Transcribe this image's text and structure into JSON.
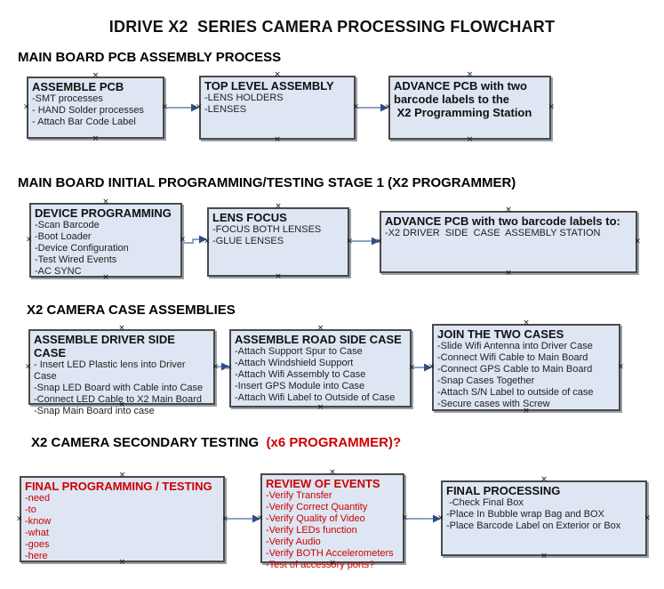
{
  "title": "IDRIVE X2  SERIES CAMERA PROCESSING FLOWCHART",
  "colors": {
    "box_fill": "#dde6f2",
    "box_border": "#4a4a4a",
    "box_shadow": "#9aa0a8",
    "connector_line": "#8aa4c6",
    "arrowhead": "#2e4d8c",
    "red_text": "#cc0000",
    "text": "#1a1a1a"
  },
  "icons": {
    "connection_handle": "×"
  },
  "sections": [
    {
      "heading": "MAIN BOARD PCB ASSEMBLY PROCESS",
      "boxes": [
        {
          "title": "ASSEMBLE PCB",
          "items": [
            "-SMT processes",
            "- HAND Solder processes",
            "- Attach Bar Code Label"
          ]
        },
        {
          "title": "TOP LEVEL ASSEMBLY",
          "items": [
            "-LENS HOLDERS",
            "-LENSES"
          ]
        },
        {
          "title": "ADVANCE PCB with two\nbarcode labels to the\n X2 Programming Station",
          "items": []
        }
      ]
    },
    {
      "heading": "MAIN BOARD INITIAL PROGRAMMING/TESTING STAGE 1 (X2 PROGRAMMER)",
      "boxes": [
        {
          "title": "DEVICE PROGRAMMING",
          "items": [
            "-Scan Barcode",
            "-Boot Loader",
            "-Device Configuration",
            "-Test Wired Events",
            "-AC SYNC"
          ]
        },
        {
          "title": "LENS FOCUS",
          "items": [
            "-FOCUS BOTH LENSES",
            "-GLUE LENSES"
          ]
        },
        {
          "title": "ADVANCE PCB with two barcode labels to:",
          "items": [
            "-X2 DRIVER  SIDE  CASE  ASSEMBLY STATION"
          ]
        }
      ]
    },
    {
      "heading": "X2 CAMERA CASE ASSEMBLIES",
      "boxes": [
        {
          "title": "ASSEMBLE DRIVER SIDE CASE",
          "items": [
            "- Insert LED Plastic lens into Driver Case",
            "-Snap LED Board with Cable into Case",
            "-Connect LED Cable to X2 Main Board",
            "-Snap Main Board into case"
          ]
        },
        {
          "title": "ASSEMBLE ROAD SIDE CASE",
          "items": [
            "-Attach Support Spur to Case",
            "-Attach Windshield Support",
            "-Attach Wifi Assembly to Case",
            "-Insert GPS Module into Case",
            "-Attach Wifi Label to Outside of Case"
          ]
        },
        {
          "title": "JOIN THE TWO CASES",
          "items": [
            "-Slide Wifi Antenna into Driver Case",
            "-Connect Wifi Cable to Main Board",
            "-Connect GPS Cable to Main Board",
            "-Snap Cases Together",
            "-Attach S/N Label to outside of case",
            "-Secure cases with Screw"
          ]
        }
      ]
    },
    {
      "heading": "X2 CAMERA SECONDARY TESTING  ",
      "heading_suffix": "(x6 PROGRAMMER)?",
      "boxes": [
        {
          "title": "FINAL PROGRAMMING / TESTING",
          "items": [
            "-need",
            "-to",
            "-know",
            "-what",
            "-goes",
            "-here"
          ]
        },
        {
          "title": "REVIEW OF EVENTS",
          "items": [
            "-Verify Transfer",
            "-Verify Correct Quantity",
            "-Verify Quality of Video",
            "-Verify LEDs function",
            "-Verify Audio",
            "-Verify BOTH Accelerometers",
            "-Test of accessory ports?"
          ]
        },
        {
          "title": "FINAL PROCESSING",
          "items": [
            " -Check Final Box",
            "-Place In Bubble wrap Bag and BOX",
            "-Place Barcode Label on Exterior or Box"
          ]
        }
      ]
    }
  ]
}
